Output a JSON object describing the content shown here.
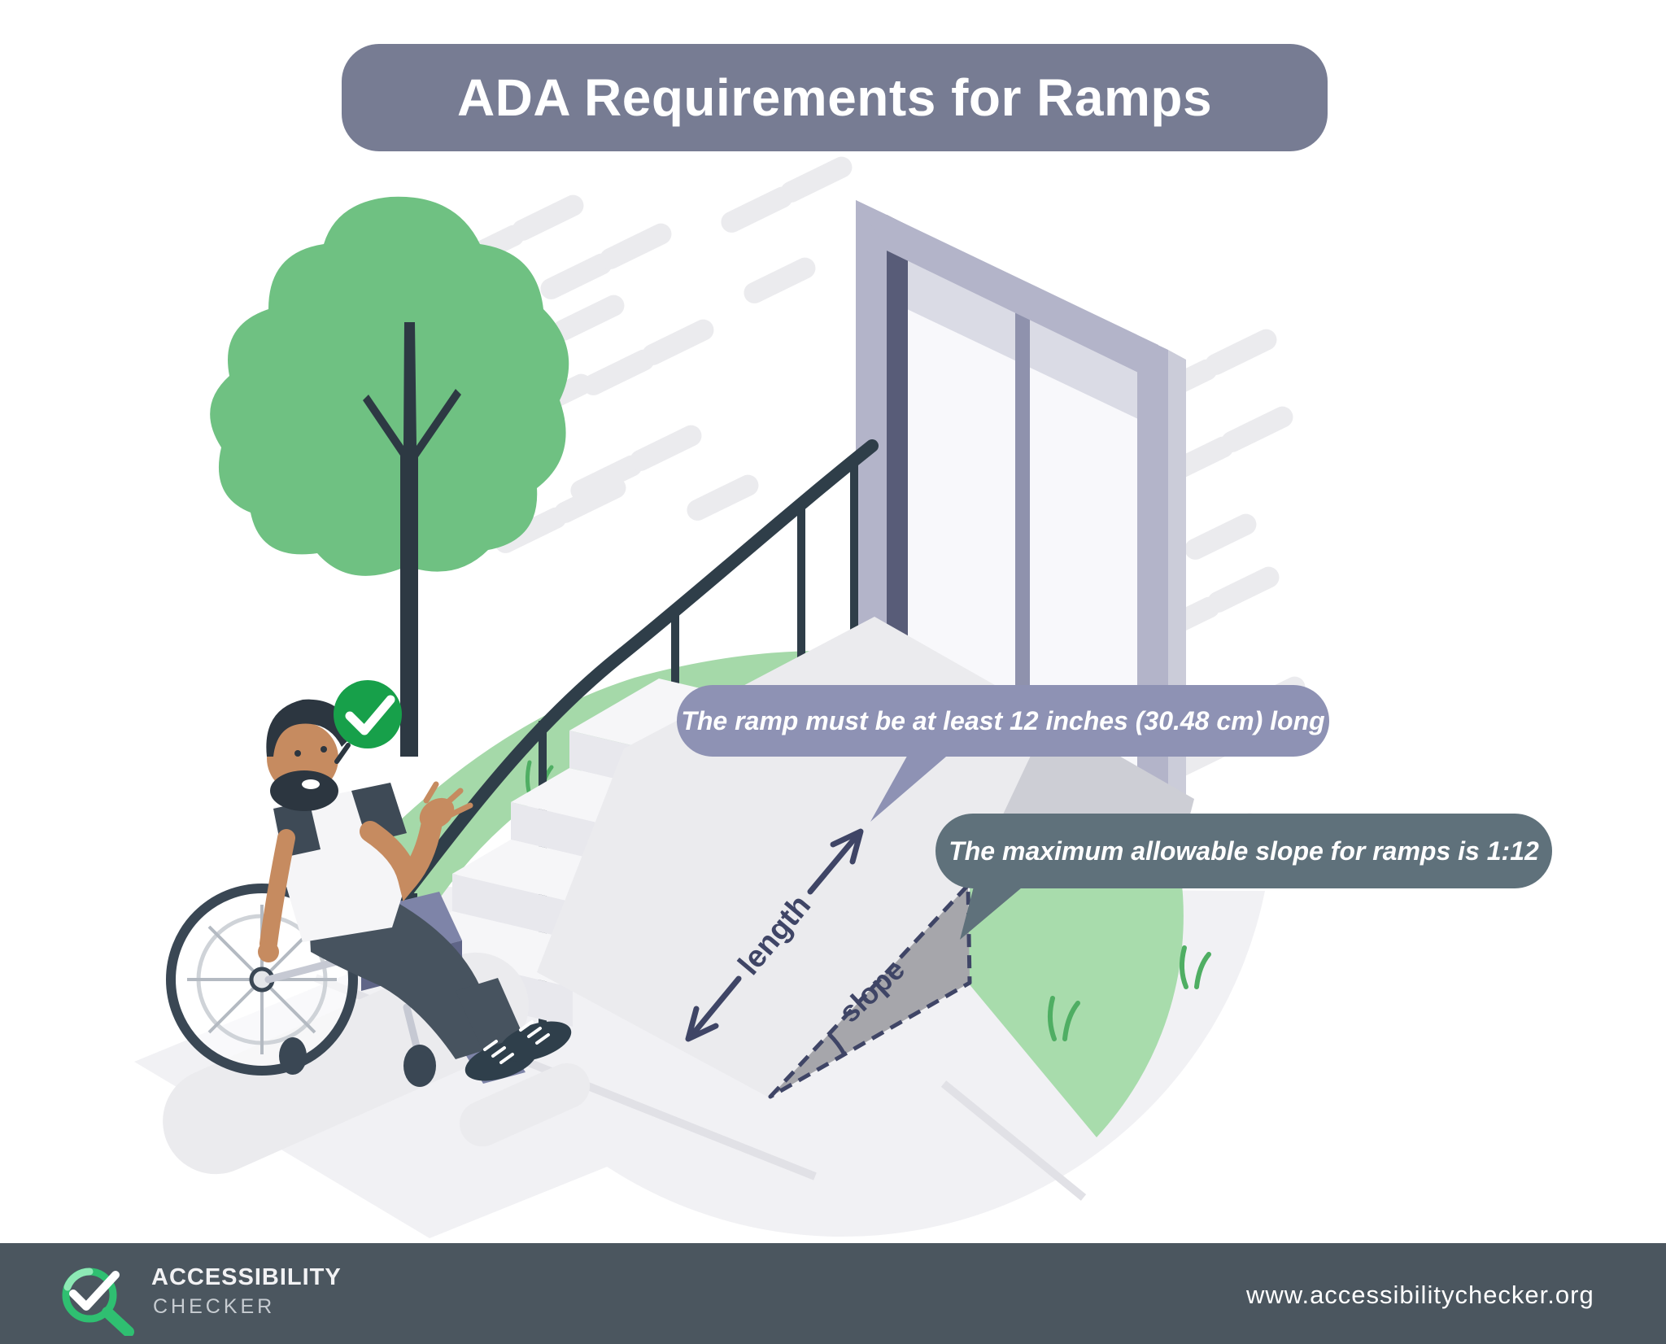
{
  "title": "ADA Requirements for Ramps",
  "callouts": {
    "ramp_length": "The ramp must be at least 12 inches (30.48 cm) long",
    "ramp_slope": "The maximum allowable slope for ramps is 1:12"
  },
  "diagram": {
    "length_label": "length",
    "slope_label": "slope"
  },
  "footer": {
    "brand_top": "ACCESSIBILITY",
    "brand_bottom": "CHECKER",
    "url": "www.accessibilitychecker.org"
  },
  "icons": {
    "check_badge": "check-circle",
    "brand_logo": "magnifier-check"
  },
  "colors": {
    "title_bg": "#777c93",
    "callout_length_bg": "#8e92b4",
    "callout_slope_bg": "#5f717b",
    "footer_bg": "#4b565f",
    "check_green": "#17a04a",
    "brand_green": "#2fbf71",
    "label_ink": "#3f4566",
    "grass_green": "#a5d9a9"
  }
}
